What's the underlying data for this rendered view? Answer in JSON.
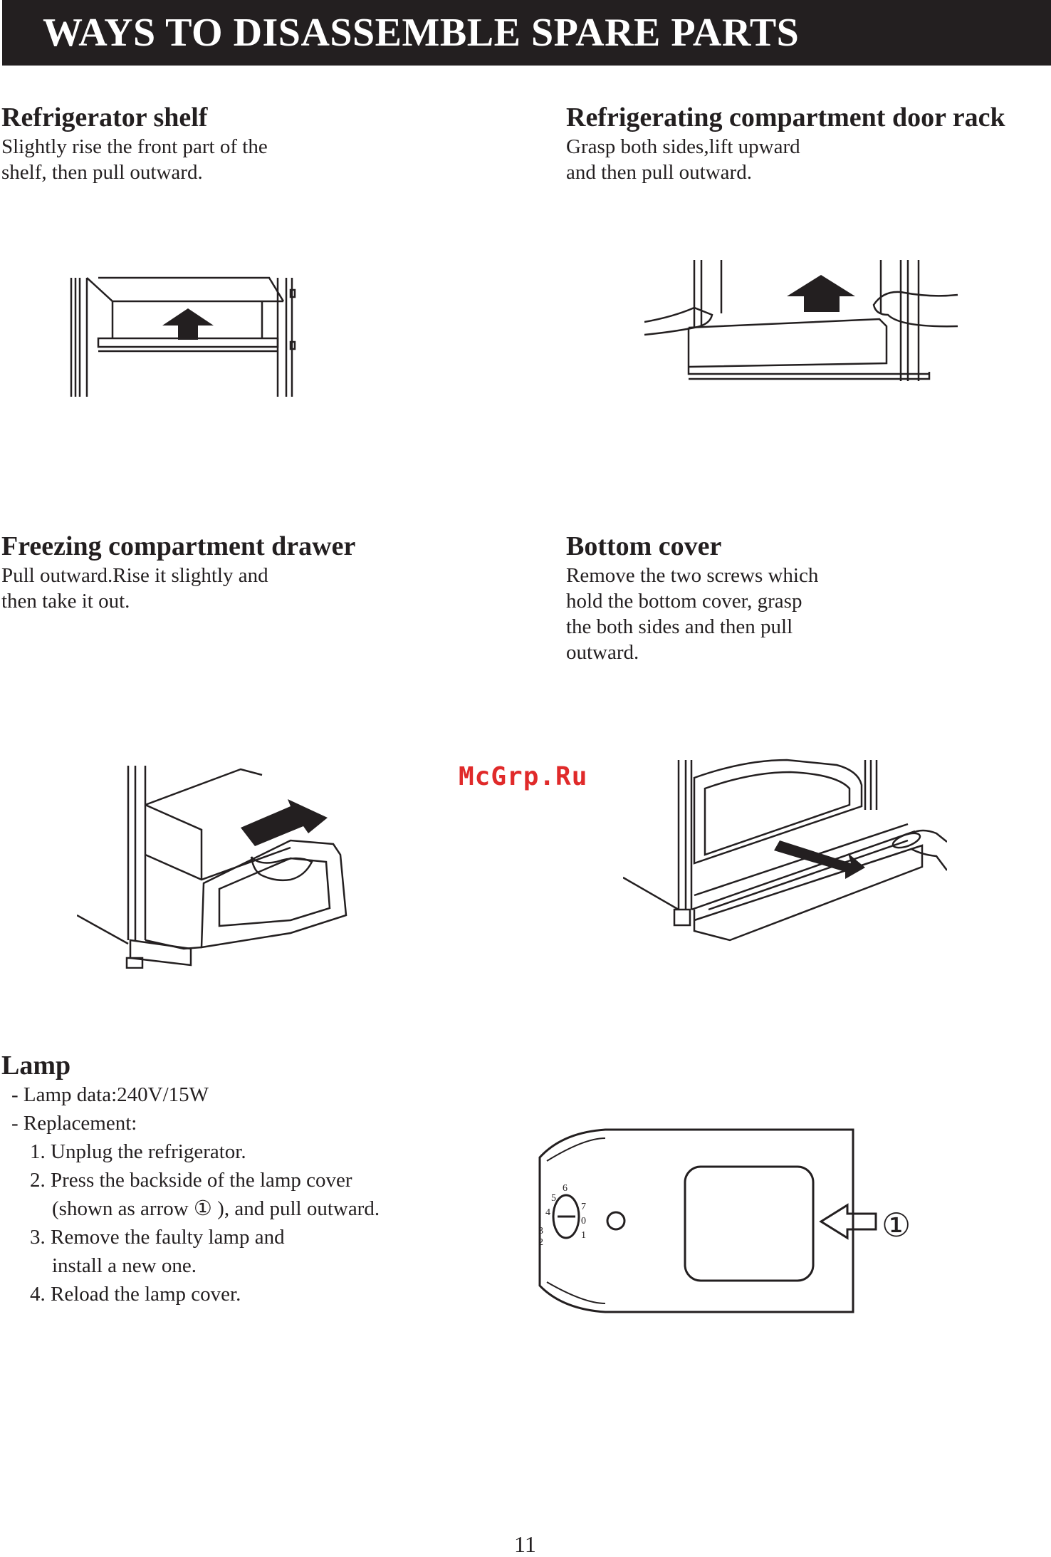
{
  "banner": {
    "title": "WAYS TO DISASSEMBLE SPARE PARTS"
  },
  "sections": {
    "shelf": {
      "heading": "Refrigerator shelf",
      "lines": [
        "Slightly rise the front part of the",
        "shelf, then pull outward."
      ]
    },
    "door_rack": {
      "heading": "Refrigerating compartment door rack",
      "lines": [
        "Grasp both sides,lift upward",
        "and then pull outward."
      ]
    },
    "drawer": {
      "heading": "Freezing compartment drawer",
      "lines": [
        "Pull outward.Rise it slightly and",
        "then take it out."
      ]
    },
    "bottom_cover": {
      "heading": "Bottom cover",
      "lines": [
        "Remove the two screws which",
        "hold the bottom cover, grasp",
        "the both sides and then pull",
        "outward."
      ]
    },
    "lamp": {
      "heading": "Lamp",
      "lines": [
        "- Lamp data:240V/15W",
        "- Replacement:",
        "1. Unplug the refrigerator.",
        "2. Press the backside of the lamp cover",
        "(shown as arrow ① ), and pull outward.",
        "3. Remove the faulty lamp and",
        "install a new one.",
        "4. Reload the lamp cover."
      ],
      "callout": "①",
      "dial_numbers": [
        "2",
        "3",
        "4",
        "5",
        "6",
        "7",
        "1",
        "0"
      ]
    }
  },
  "watermark": "McGrp.Ru",
  "page_number": "11",
  "colors": {
    "ink": "#231f20",
    "watermark": "#e02a2a",
    "background": "#ffffff"
  },
  "icons": [
    "up-arrow-icon",
    "pull-arrow-icon",
    "hollow-left-arrow-icon"
  ]
}
